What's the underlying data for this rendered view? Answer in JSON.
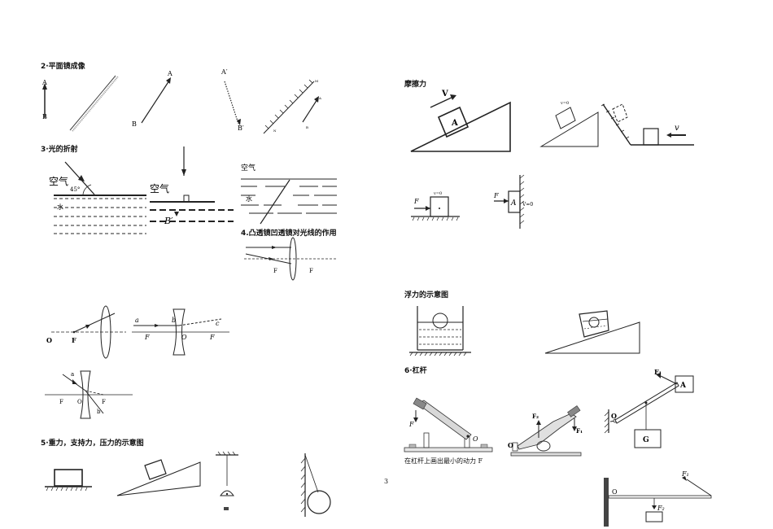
{
  "page": {
    "number": "3"
  },
  "sections": {
    "plane_mirror": {
      "title": "2·平面镜成像",
      "labels": {
        "a": "A",
        "b": "B",
        "a2": "A′",
        "b2": "B′",
        "m": "M",
        "n": "N"
      }
    },
    "refraction": {
      "title": "3·光的折射",
      "labels": {
        "air": "空气",
        "water": "水",
        "angle": "45°",
        "bprime": "B′"
      }
    },
    "lens": {
      "title": "4.凸透镜凹透镜对光线的作用",
      "labels": {
        "f": "F",
        "o": "O",
        "a": "a",
        "b": "b",
        "c": "c"
      }
    },
    "gravity": {
      "title": "5·重力，支持力，压力的示意图"
    },
    "friction": {
      "title": "摩擦力",
      "labels": {
        "v": "V",
        "a": "A",
        "v0": "v=0",
        "v_italic": "v",
        "f": "F",
        "v_eq0": "V=0"
      }
    },
    "buoyancy": {
      "title": "浮力的示意图"
    },
    "lever": {
      "title": "6·杠杆",
      "caption": "在杠杆上画出最小的动力 F",
      "labels": {
        "f": "F",
        "o": "O",
        "f1": "F₁",
        "f2": "F₂",
        "a": "A",
        "g": "G"
      }
    }
  }
}
